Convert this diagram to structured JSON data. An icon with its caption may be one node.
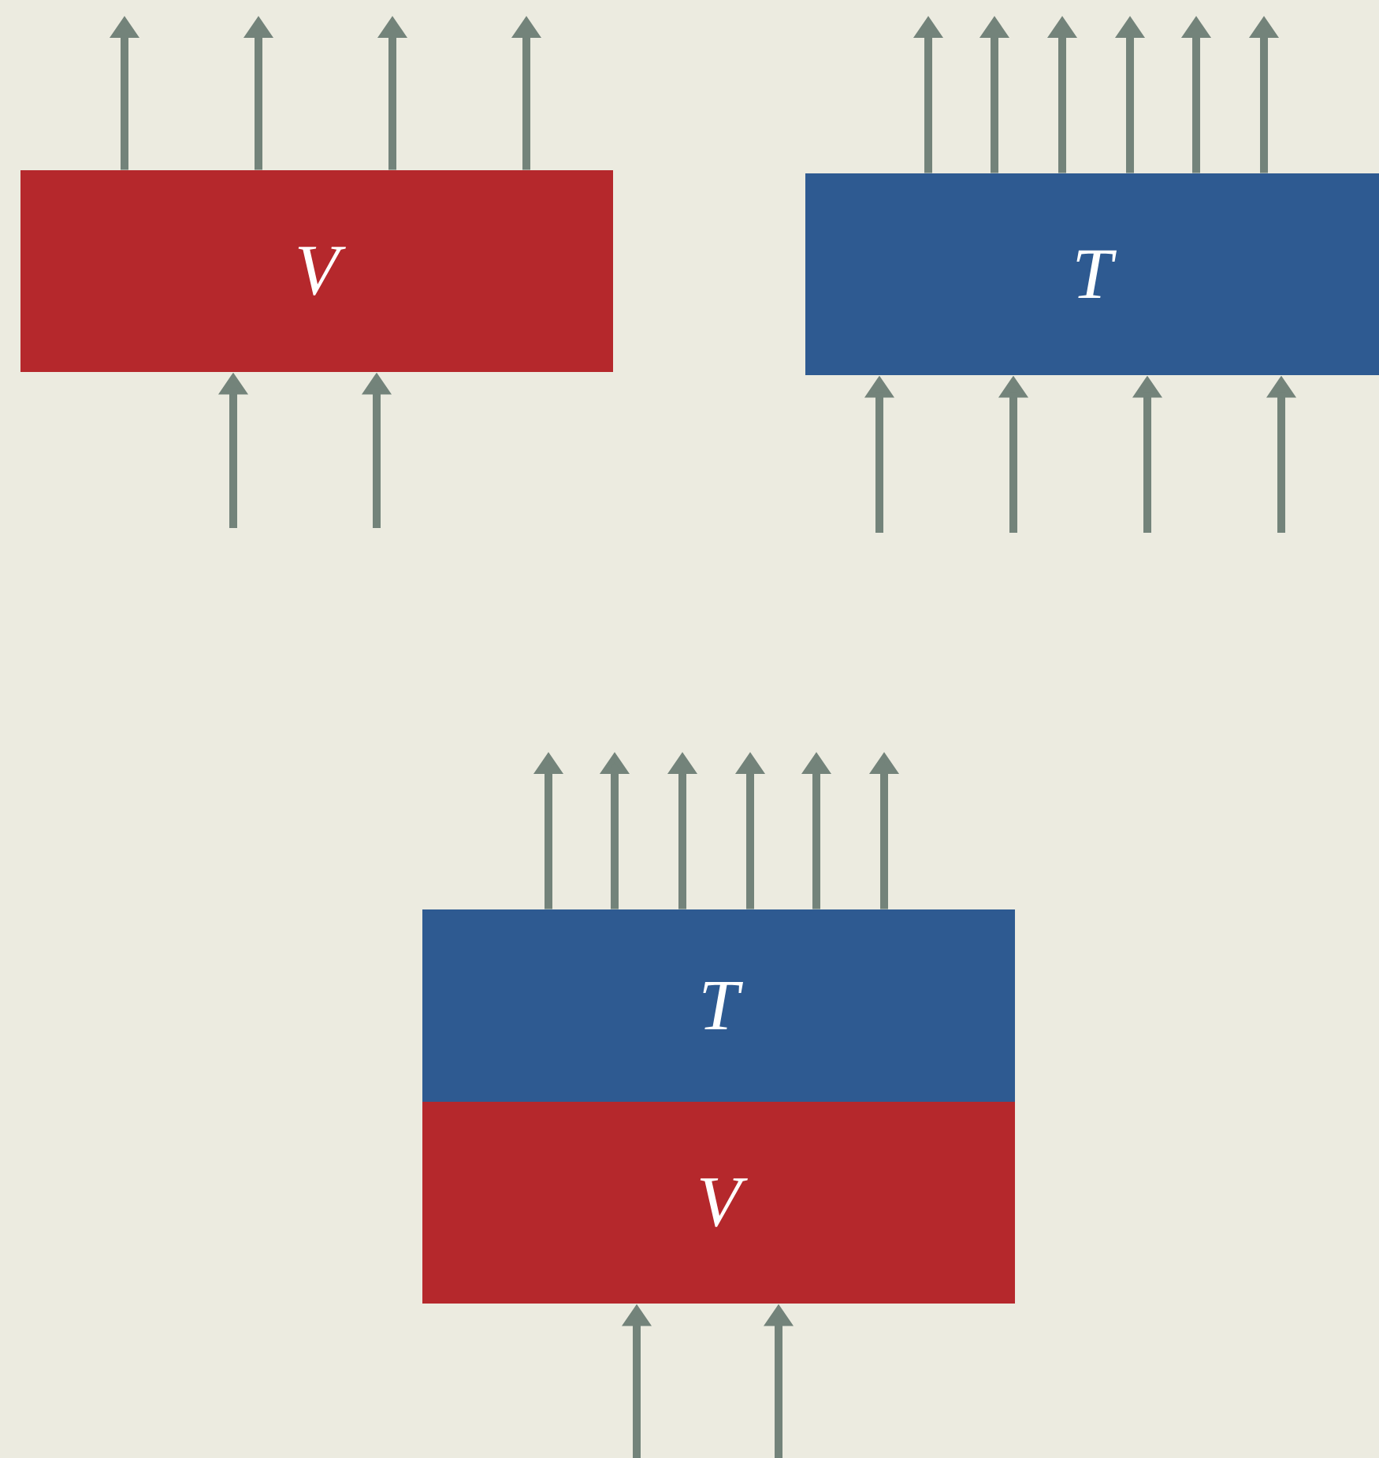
{
  "diagram": {
    "nodes": [
      {
        "text": [
          "V"
        ]
      },
      {
        "text": [
          "T"
        ]
      },
      {
        "text": [
          "T"
        ]
      },
      {
        "text": [
          "V"
        ]
      }
    ],
    "edges": [
      {
        "from": 0,
        "to": null,
        "arrow": "to"
      },
      {
        "from": 0,
        "to": null,
        "arrow": "to"
      },
      {
        "from": 0,
        "to": null,
        "arrow": "to"
      },
      {
        "from": 0,
        "to": null,
        "arrow": "to"
      },
      {
        "from": null,
        "to": 0,
        "arrow": "to"
      },
      {
        "from": null,
        "to": 0,
        "arrow": "to"
      },
      {
        "from": 1,
        "to": null,
        "arrow": "to"
      },
      {
        "from": 1,
        "to": null,
        "arrow": "to"
      },
      {
        "from": 1,
        "to": null,
        "arrow": "to"
      },
      {
        "from": 1,
        "to": null,
        "arrow": "to"
      },
      {
        "from": 1,
        "to": null,
        "arrow": "to"
      },
      {
        "from": 1,
        "to": null,
        "arrow": "to"
      },
      {
        "from": null,
        "to": 1,
        "arrow": "to"
      },
      {
        "from": null,
        "to": 1,
        "arrow": "to"
      },
      {
        "from": null,
        "to": 1,
        "arrow": "to"
      },
      {
        "from": null,
        "to": 1,
        "arrow": "to"
      },
      {
        "from": 2,
        "to": null,
        "arrow": "to"
      },
      {
        "from": 2,
        "to": null,
        "arrow": "to"
      },
      {
        "from": 2,
        "to": null,
        "arrow": "to"
      },
      {
        "from": 2,
        "to": null,
        "arrow": "to"
      },
      {
        "from": 2,
        "to": null,
        "arrow": "to"
      },
      {
        "from": 2,
        "to": null,
        "arrow": "to"
      },
      {
        "from": null,
        "to": 3,
        "arrow": "to"
      },
      {
        "from": null,
        "to": 3,
        "arrow": "to"
      }
    ]
  }
}
